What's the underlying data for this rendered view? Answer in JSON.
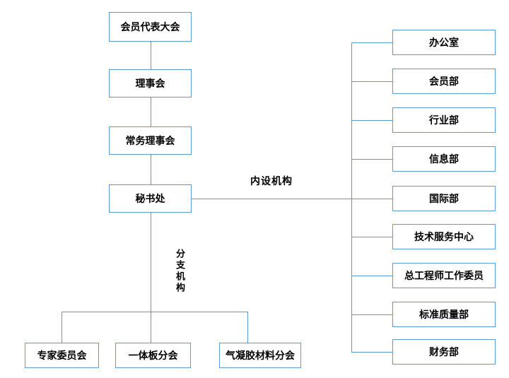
{
  "colors": {
    "line": "#5b9bd5",
    "box_border": "#5b9bd5",
    "box_background": "#ffffff",
    "text": "#000000",
    "page_background": "#ffffff"
  },
  "org_chart": {
    "type": "organization-chart",
    "hierarchy": [
      "会员代表大会",
      "理事会",
      "常务理事会",
      "秘书处"
    ],
    "internal_group_label": "内设机构",
    "branch_group_label": "分支机构",
    "internal_departments": [
      "办公室",
      "会员部",
      "行业部",
      "信息部",
      "国际部",
      "技术服务中心",
      "总工程师工作委员",
      "标准质量部",
      "财务部"
    ],
    "branch_organizations": [
      "专家委员会",
      "一体板分会",
      "气凝胶材料分会"
    ]
  }
}
